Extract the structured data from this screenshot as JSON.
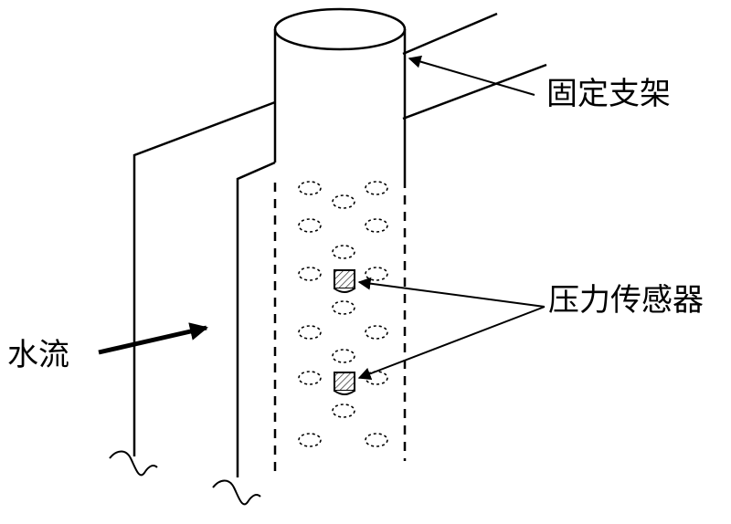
{
  "labels": {
    "fixed_bracket": "固定支架",
    "pressure_sensor": "压力传感器",
    "water_flow": "水流"
  },
  "colors": {
    "stroke": "#000000",
    "background": "#ffffff"
  }
}
